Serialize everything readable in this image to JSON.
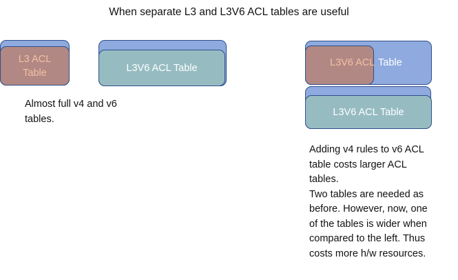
{
  "title": "When separate L3 and L3V6 ACL tables are useful",
  "left": {
    "l3_table_label": "L3 ACL\nTable",
    "l3v6_table_label": "L3V6 ACL Table",
    "caption": "Almost full v4 and v6\ntables."
  },
  "right": {
    "wide_table_label_overlay": "L3V6 ACL",
    "wide_table_label_tail": "Table",
    "l3v6_table_label": "L3V6 ACL Table",
    "caption": "Adding v4 rules to v6 ACL\ntable costs larger ACL\ntables.\nTwo tables are needed as\nbefore.  However, now, one\nof the tables is wider when\ncompared to the left. Thus\ncosts more h/w resources."
  },
  "colors": {
    "border": "#2f4f8a",
    "blue_fill": "#8faadf",
    "teal_fill": "#96bcc2",
    "brown_fill": "#b18883",
    "label_white": "#ffffff",
    "label_orange": "#f3c1a4"
  }
}
